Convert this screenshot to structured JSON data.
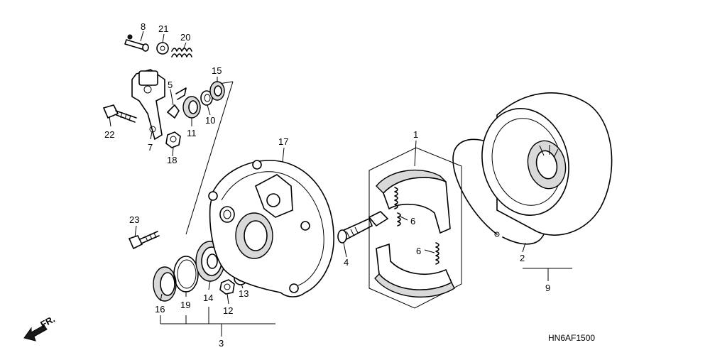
{
  "labels": {
    "p1": "1",
    "p2": "2",
    "p3": "3",
    "p4": "4",
    "p5": "5",
    "p6a": "6",
    "p6b": "6",
    "p7": "7",
    "p8": "8",
    "p9": "9",
    "p10": "10",
    "p11": "11",
    "p12": "12",
    "p13": "13",
    "p14": "14",
    "p15": "15",
    "p16": "16",
    "p17": "17",
    "p18": "18",
    "p19": "19",
    "p20": "20",
    "p21": "21",
    "p22": "22",
    "p23": "23"
  },
  "front_marker": "FR.",
  "diagram_code": "HN6AF1500",
  "colors": {
    "line": "#000000",
    "background": "#ffffff"
  }
}
